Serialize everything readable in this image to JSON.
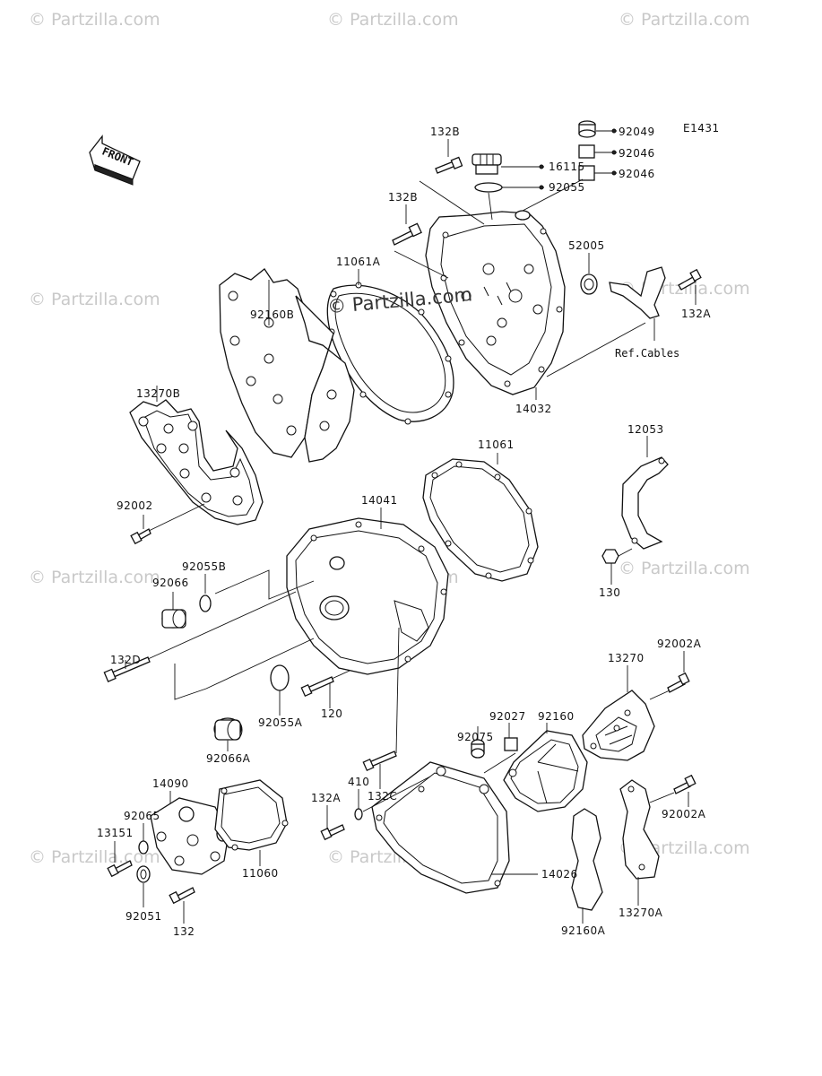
{
  "diagram_code": "E1431",
  "front_label": "FRONT",
  "watermark": "© Partzilla.com",
  "ref_label": "Ref.Cables",
  "part_numbers": {
    "p132B_top": "132B",
    "p132B_mid": "132B",
    "p16115": "16115",
    "p92055": "92055",
    "p92049": "92049",
    "p92046_a": "92046",
    "p92046_b": "92046",
    "p11061A": "11061A",
    "p52005": "52005",
    "p132A_right": "132A",
    "p92160B": "92160B",
    "p13270B": "13270B",
    "p14032": "14032",
    "p11061": "11061",
    "p12053": "12053",
    "p92002": "92002",
    "p14041": "14041",
    "p92055B": "92055B",
    "p92066": "92066",
    "p130": "130",
    "p132D": "132D",
    "p13270": "13270",
    "p92002A_a": "92002A",
    "p92027": "92027",
    "p92160": "92160",
    "p92075": "92075",
    "p120": "120",
    "p92055A": "92055A",
    "p132C": "132C",
    "p92066A": "92066A",
    "p14090": "14090",
    "p410": "410",
    "p132A_low": "132A",
    "p92065": "92065",
    "p13151": "13151",
    "p11060": "11060",
    "p14026": "14026",
    "p92002A_b": "92002A",
    "p13270A": "13270A",
    "p92051": "92051",
    "p132": "132",
    "p92160A": "92160A"
  },
  "colors": {
    "ink": "#111111",
    "watermark": "#c9c9c9"
  }
}
